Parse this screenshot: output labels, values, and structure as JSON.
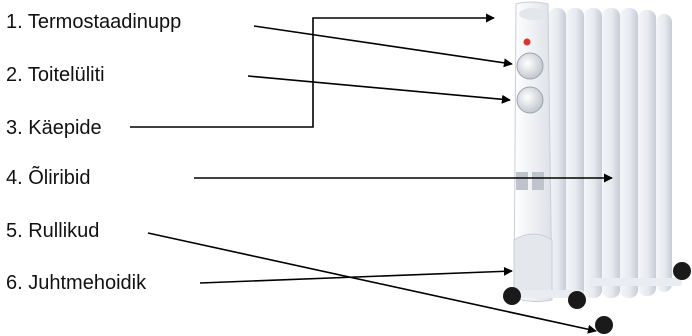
{
  "labels": [
    {
      "id": "thermostat",
      "text": "1. Termostaadinupp"
    },
    {
      "id": "power-switch",
      "text": "2. Toitelüliti"
    },
    {
      "id": "handle",
      "text": "3. Käepide"
    },
    {
      "id": "oil-fins",
      "text": "4. Õliribid"
    },
    {
      "id": "wheels",
      "text": "5. Rullikud"
    },
    {
      "id": "cord-holder",
      "text": "6. Juhtmehoidik"
    }
  ],
  "colors": {
    "background": "#ffffff",
    "text": "#111111",
    "arrow": "#000000",
    "heater_body": "#eef0f3",
    "heater_shadow": "#c9ced6",
    "knob": "#d7dbe1",
    "indicator": "#d9362f",
    "wheel": "#1a1a1a"
  }
}
